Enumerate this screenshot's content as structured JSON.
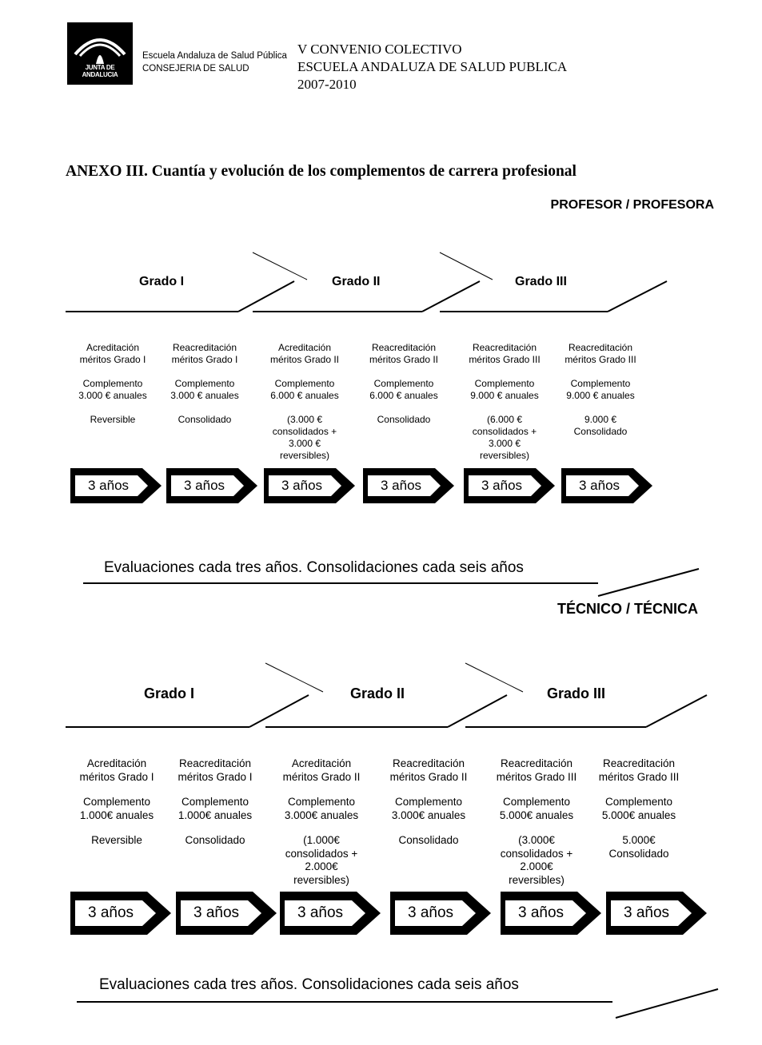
{
  "header": {
    "logo_text": "JUNTA DE ANDALUCIA",
    "org_line1": "Escuela Andaluza de Salud Pública",
    "org_line2": "CONSEJERIA DE SALUD",
    "doc_line1": "V CONVENIO COLECTIVO",
    "doc_line2": "ESCUELA ANDALUZA DE SALUD PUBLICA",
    "doc_line3": "2007-2010"
  },
  "title": "ANEXO III. Cuantía y evolución de los complementos de carrera profesional",
  "profesor": {
    "section_title": "PROFESOR / PROFESORA",
    "grados": [
      "Grado I",
      "Grado II",
      "Grado III"
    ],
    "columns": [
      {
        "a": "Acreditación",
        "b": "méritos Grado I",
        "c": "Complemento",
        "d": "3.000 € anuales",
        "e": [
          "Reversible"
        ]
      },
      {
        "a": "Reacreditación",
        "b": "méritos Grado I",
        "c": "Complemento",
        "d": "3.000 € anuales",
        "e": [
          "Consolidado"
        ]
      },
      {
        "a": "Acreditación",
        "b": "méritos Grado II",
        "c": "Complemento",
        "d": "6.000 € anuales",
        "e": [
          "(3.000 €",
          "consolidados +",
          "3.000 €",
          "reversibles)"
        ]
      },
      {
        "a": "Reacreditación",
        "b": "méritos Grado II",
        "c": "Complemento",
        "d": "6.000 € anuales",
        "e": [
          "Consolidado"
        ]
      },
      {
        "a": "Reacreditación",
        "b": "méritos Grado III",
        "c": "Complemento",
        "d": "9.000 € anuales",
        "e": [
          "(6.000 €",
          "consolidados +",
          "3.000 €",
          "reversibles)"
        ]
      },
      {
        "a": "Reacreditación",
        "b": "méritos Grado III",
        "c": "Complemento",
        "d": "9.000 € anuales",
        "e": [
          "9.000 €",
          "Consolidado"
        ]
      }
    ],
    "arrow_label": "3 años",
    "footer": "Evaluaciones cada tres años. Consolidaciones cada seis años"
  },
  "tecnico": {
    "section_title": "TÉCNICO / TÉCNICA",
    "grados": [
      "Grado I",
      "Grado II",
      "Grado III"
    ],
    "columns": [
      {
        "a": "Acreditación",
        "b": "méritos Grado I",
        "c": "Complemento",
        "d": "1.000€ anuales",
        "e": [
          "Reversible"
        ]
      },
      {
        "a": "Reacreditación",
        "b": "méritos Grado I",
        "c": "Complemento",
        "d": "1.000€ anuales",
        "e": [
          "Consolidado"
        ]
      },
      {
        "a": "Acreditación",
        "b": "méritos Grado II",
        "c": "Complemento",
        "d": "3.000€ anuales",
        "e": [
          "(1.000€",
          "consolidados +",
          "2.000€",
          "reversibles)"
        ]
      },
      {
        "a": "Reacreditación",
        "b": "méritos Grado II",
        "c": "Complemento",
        "d": "3.000€ anuales",
        "e": [
          "Consolidado"
        ]
      },
      {
        "a": "Reacreditación",
        "b": "méritos Grado III",
        "c": "Complemento",
        "d": "5.000€ anuales",
        "e": [
          "(3.000€",
          "consolidados +",
          "2.000€",
          "reversibles)"
        ]
      },
      {
        "a": "Reacreditación",
        "b": "méritos Grado III",
        "c": "Complemento",
        "d": "5.000€ anuales",
        "e": [
          "5.000€",
          "Consolidado"
        ]
      }
    ],
    "arrow_label": "3 años",
    "footer": "Evaluaciones cada tres años. Consolidaciones cada seis años"
  }
}
